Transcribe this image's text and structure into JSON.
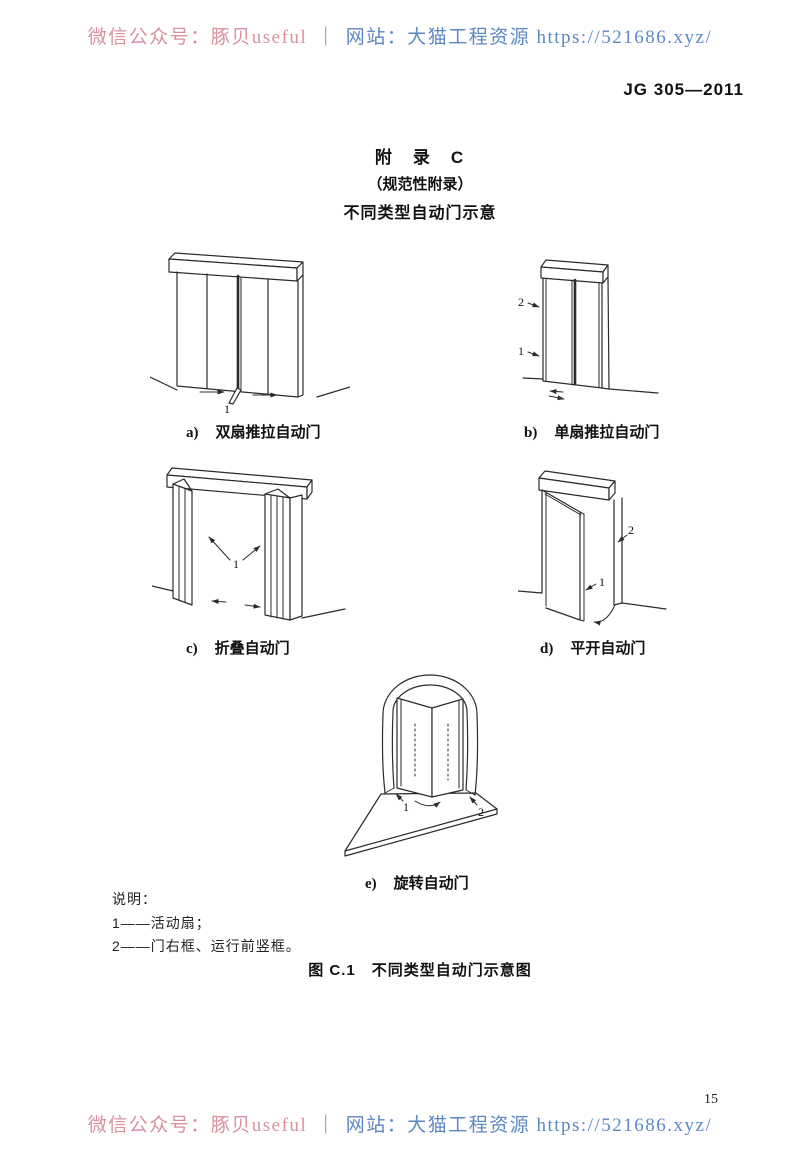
{
  "watermark": {
    "wechat_part": "微信公众号：豚贝useful",
    "separator": "｜",
    "site_part": "网站：大猫工程资源 https://521686.xyz/"
  },
  "header": {
    "doc_code": "JG 305—2011"
  },
  "title": {
    "appendix": "附　录　C",
    "normative": "（规范性附录）",
    "subject": "不同类型自动门示意"
  },
  "figures": {
    "a": {
      "label": "a)",
      "caption": "双扇推拉自动门",
      "callout_1": "1"
    },
    "b": {
      "label": "b)",
      "caption": "单扇推拉自动门",
      "callout_1": "1",
      "callout_2": "2"
    },
    "c": {
      "label": "c)",
      "caption": "折叠自动门",
      "callout_1": "1"
    },
    "d": {
      "label": "d)",
      "caption": "平开自动门",
      "callout_1": "1",
      "callout_2": "2"
    },
    "e": {
      "label": "e)",
      "caption": "旋转自动门",
      "callout_1": "1",
      "callout_2": "2"
    }
  },
  "legend": {
    "heading": "说明：",
    "items": [
      "1——活动扇；",
      "2——门右框、运行前竖框。"
    ]
  },
  "figure_caption": "图 C.1　不同类型自动门示意图",
  "page_number": "15",
  "colors": {
    "watermark_pink": "#d9909f",
    "watermark_blue": "#5d87c5",
    "line": "#2b2b2b"
  }
}
